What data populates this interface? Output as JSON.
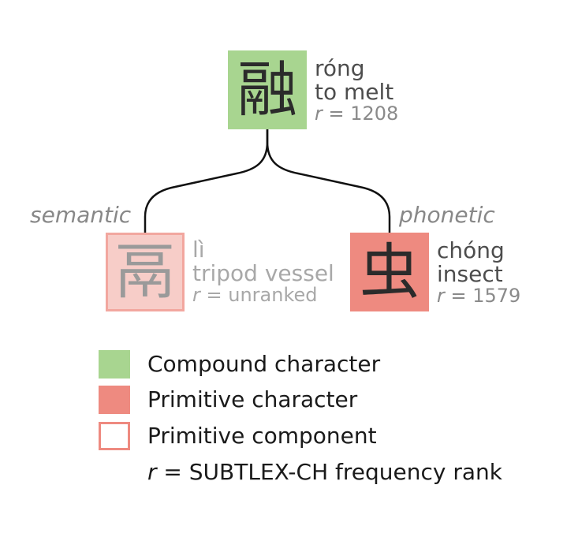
{
  "colors": {
    "compound": "#a8d590",
    "primitive": "#ee8a80",
    "component_fill": "#f7cdc8",
    "component_border": "#f2a79f",
    "dark_text": "#4d4d4d",
    "faded_text": "#a8a8a8",
    "role_text": "#888888"
  },
  "root": {
    "character": "融",
    "pinyin": "róng",
    "meaning": "to melt",
    "rank_var": "r",
    "rank_text": " = 1208"
  },
  "children": [
    {
      "role": "semantic",
      "character": "鬲",
      "pinyin": "lì",
      "meaning": "tripod vessel",
      "rank_var": "r",
      "rank_text": " = unranked",
      "type": "primitive component"
    },
    {
      "role": "phonetic",
      "character": "虫",
      "pinyin": "chóng",
      "meaning": "insect",
      "rank_var": "r",
      "rank_text": " = 1579",
      "type": "primitive character"
    }
  ],
  "legend": {
    "compound": "Compound character",
    "primitive": "Primitive character",
    "component": "Primitive component",
    "rank_var": "r",
    "rank_desc": " = SUBTLEX-CH frequency rank"
  }
}
